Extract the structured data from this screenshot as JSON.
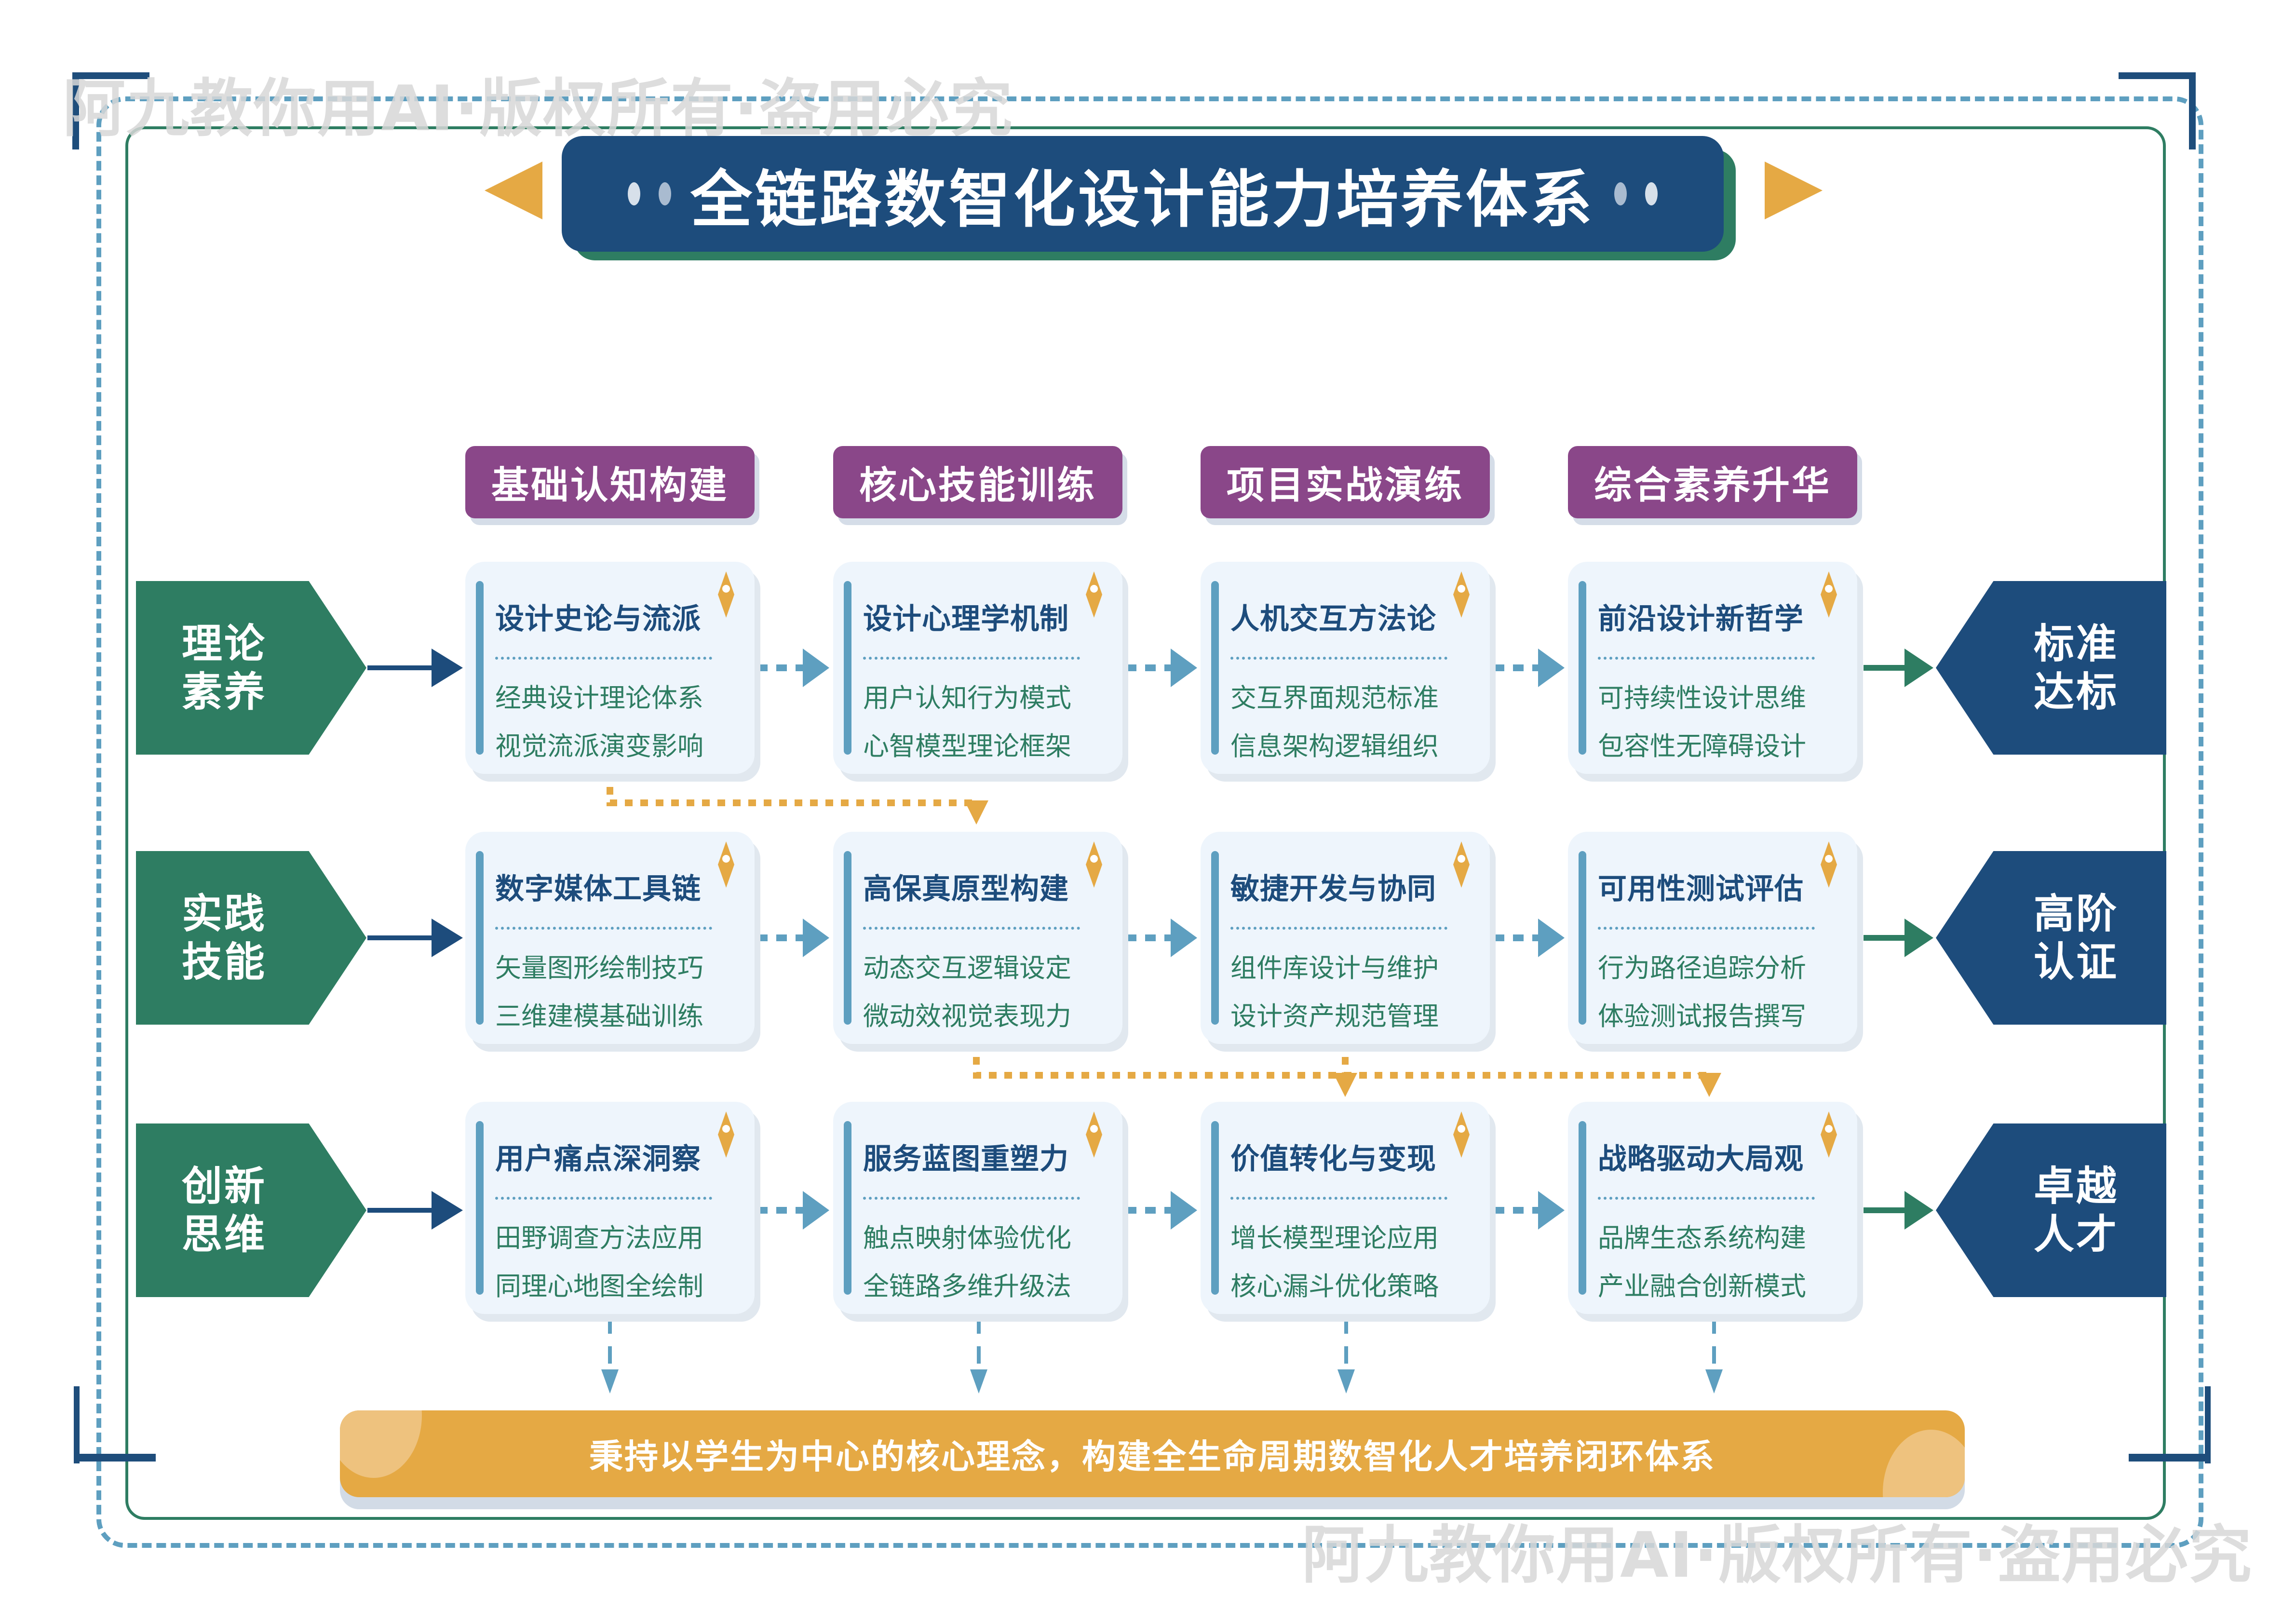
{
  "title": "全链路数智化设计能力培养体系",
  "watermark": "阿九教你用AI·版权所有·盗用必究",
  "columns": [
    {
      "label": "基础认知构建"
    },
    {
      "label": "核心技能训练"
    },
    {
      "label": "项目实战演练"
    },
    {
      "label": "综合素养升华"
    }
  ],
  "rows": [
    {
      "left_label": [
        "理论",
        "素养"
      ],
      "right_label": [
        "标准",
        "达标"
      ],
      "cards": [
        {
          "title": "设计史论与流派",
          "items": [
            "经典设计理论体系",
            "视觉流派演变影响"
          ]
        },
        {
          "title": "设计心理学机制",
          "items": [
            "用户认知行为模式",
            "心智模型理论框架"
          ]
        },
        {
          "title": "人机交互方法论",
          "items": [
            "交互界面规范标准",
            "信息架构逻辑组织"
          ]
        },
        {
          "title": "前沿设计新哲学",
          "items": [
            "可持续性设计思维",
            "包容性无障碍设计"
          ]
        }
      ]
    },
    {
      "left_label": [
        "实践",
        "技能"
      ],
      "right_label": [
        "高阶",
        "认证"
      ],
      "cards": [
        {
          "title": "数字媒体工具链",
          "items": [
            "矢量图形绘制技巧",
            "三维建模基础训练"
          ]
        },
        {
          "title": "高保真原型构建",
          "items": [
            "动态交互逻辑设定",
            "微动效视觉表现力"
          ]
        },
        {
          "title": "敏捷开发与协同",
          "items": [
            "组件库设计与维护",
            "设计资产规范管理"
          ]
        },
        {
          "title": "可用性测试评估",
          "items": [
            "行为路径追踪分析",
            "体验测试报告撰写"
          ]
        }
      ]
    },
    {
      "left_label": [
        "创新",
        "思维"
      ],
      "right_label": [
        "卓越",
        "人才"
      ],
      "cards": [
        {
          "title": "用户痛点深洞察",
          "items": [
            "田野调查方法应用",
            "同理心地图全绘制"
          ]
        },
        {
          "title": "服务蓝图重塑力",
          "items": [
            "触点映射体验优化",
            "全链路多维升级法"
          ]
        },
        {
          "title": "价值转化与变现",
          "items": [
            "增长模型理论应用",
            "核心漏斗优化策略"
          ]
        },
        {
          "title": "战略驱动大局观",
          "items": [
            "品牌生态系统构建",
            "产业融合创新模式"
          ]
        }
      ]
    }
  ],
  "footer": "秉持以学生为中心的核心理念，构建全生命周期数智化人才培养闭环体系",
  "colors": {
    "navy": "#1d4c7c",
    "green": "#2e7d62",
    "purple": "#8a4789",
    "orange": "#e5a944",
    "light_blue": "#5e9fc0",
    "card_bg": "#eef5fc"
  },
  "icons": {
    "card_pin": "diamond-pin-icon",
    "row_arrow": "arrow-right-icon",
    "flow_arrow": "dashed-arrow-right-icon",
    "down_arrow": "arrow-down-icon"
  }
}
